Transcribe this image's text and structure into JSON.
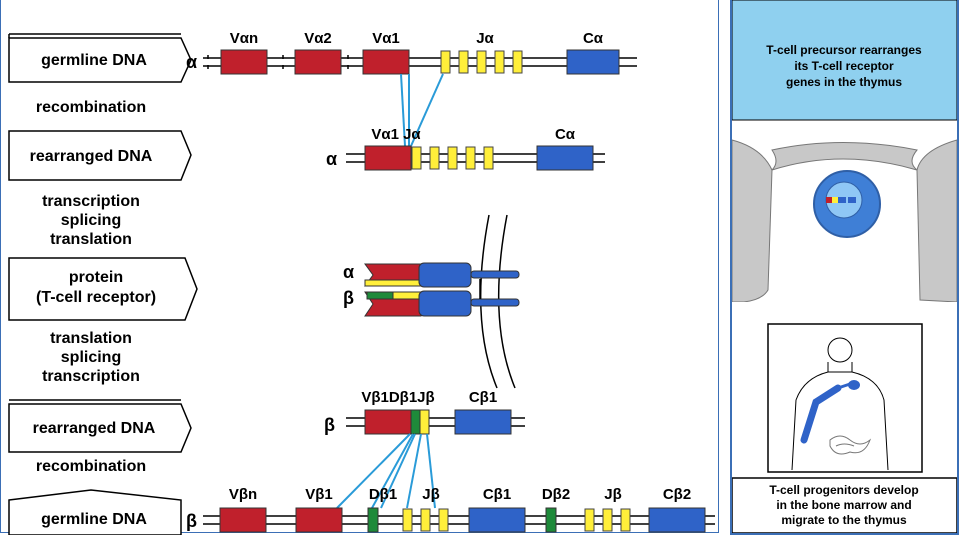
{
  "stages": {
    "germline_dna_top": "germline DNA",
    "recombination_top": "recombination",
    "rearranged_dna_top": "rearranged DNA",
    "expression_top": [
      "transcription",
      "splicing",
      "translation"
    ],
    "protein": [
      "protein",
      "(T-cell receptor)"
    ],
    "expression_bottom": [
      "translation",
      "splicing",
      "transcription"
    ],
    "rearranged_dna_bottom": "rearranged DNA",
    "recombination_bottom": "recombination",
    "germline_dna_bottom": "germline DNA"
  },
  "chains": {
    "alpha": "α",
    "beta": "β"
  },
  "alpha_germline": {
    "vn": "Vαn",
    "v2": "Vα2",
    "v1": "Vα1",
    "j": "Jα",
    "c": "Cα"
  },
  "alpha_rearranged": {
    "vj": "Vα1 Jα",
    "c": "Cα"
  },
  "beta_rearranged": {
    "vdj": "Vβ1Dβ1Jβ",
    "c1": "Cβ1"
  },
  "beta_germline": {
    "vn": "Vβn",
    "v1": "Vβ1",
    "d1": "Dβ1",
    "j1": "Jβ",
    "c1": "Cβ1",
    "d2": "Dβ2",
    "j2": "Jβ",
    "c2": "Cβ2"
  },
  "side_panel": {
    "thymus_caption": [
      "T-cell precursor rearranges",
      "its T-cell receptor",
      "genes in the thymus"
    ],
    "marrow_caption": [
      "T-cell progenitors develop",
      "in the bone marrow and",
      "migrate to the thymus"
    ]
  },
  "colors": {
    "v_segment": "#c0202c",
    "j_segment": "#ffef3a",
    "d_segment": "#1e8a3a",
    "c_segment": "#2f63c8",
    "recombination_line": "#2a9bd8",
    "header_blue": "#8fd0ef"
  }
}
